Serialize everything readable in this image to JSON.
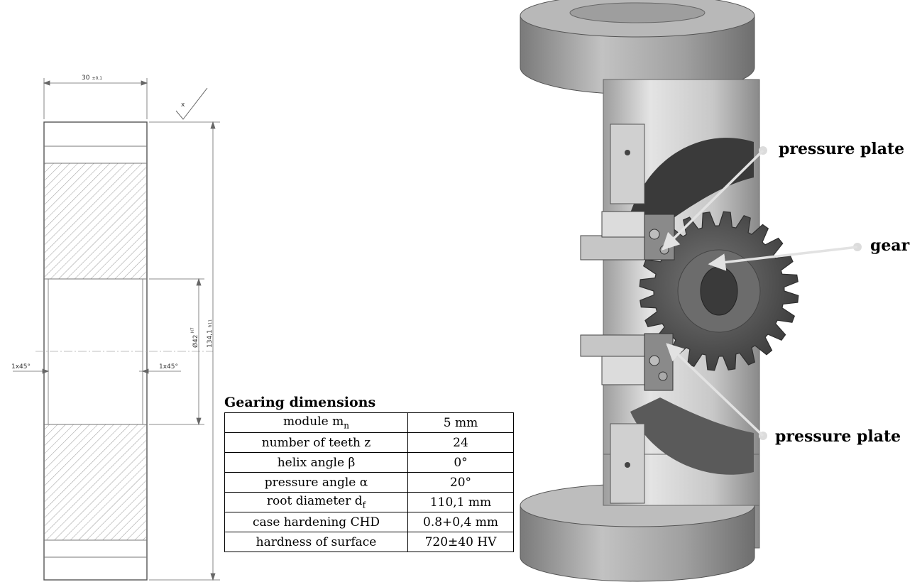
{
  "drawing": {
    "width_dim": "30",
    "width_tol": "±0,1",
    "surface_mark": "x",
    "bore_dim": "Ø42",
    "bore_fit": "H7",
    "outer_dim": "134,1",
    "outer_tol": "h11",
    "chamfer_left": "1x45°",
    "chamfer_right": "1x45°"
  },
  "table": {
    "title": "Gearing dimensions",
    "rows": [
      {
        "param": "module m",
        "sub": "n",
        "tail": "",
        "value": "5 mm"
      },
      {
        "param": "number of teeth z",
        "sub": "",
        "tail": "",
        "value": "24"
      },
      {
        "param": "helix angle β",
        "sub": "",
        "tail": "",
        "value": "0°"
      },
      {
        "param": "pressure angle α",
        "sub": "",
        "tail": "",
        "value": "20°"
      },
      {
        "param": "root diameter d",
        "sub": "f",
        "tail": "",
        "value": "110,1 mm"
      },
      {
        "param": "case hardening CHD",
        "sub": "",
        "tail": "",
        "value": "0.8+0,4 mm"
      },
      {
        "param": "hardness of surface",
        "sub": "",
        "tail": "",
        "value": "720±40 HV"
      }
    ]
  },
  "callouts": {
    "pressure_plate_top": "pressure plate",
    "gear": "gear",
    "pressure_plate_bottom": "pressure plate"
  },
  "colors": {
    "flange": "#8c8c8c",
    "tube": "#b4b4b4",
    "gear": "#5a5a5a",
    "arrow": "#d8d8d8"
  }
}
